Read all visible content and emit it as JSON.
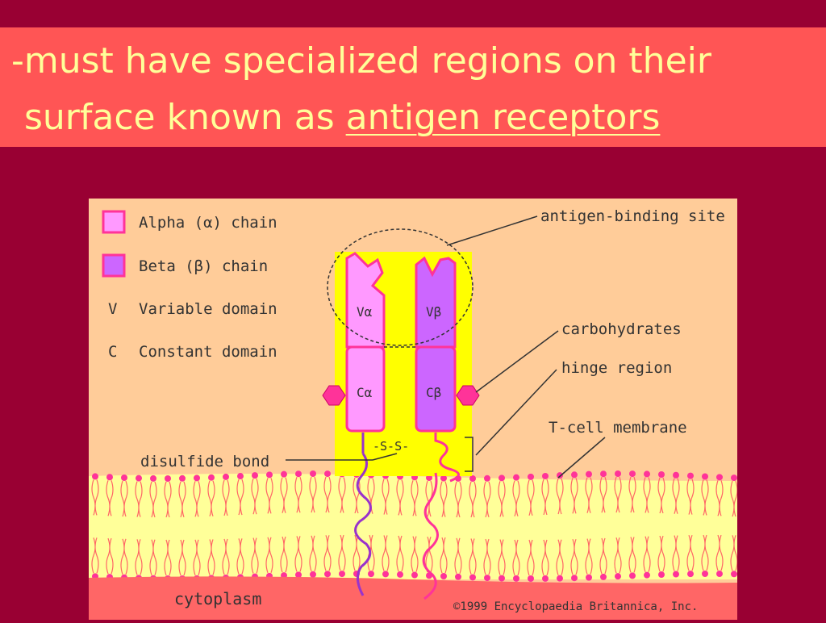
{
  "slide": {
    "title_line1": "-must have specialized regions on their",
    "title_line2_prefix": "surface known as ",
    "title_line2_term": "antigen receptors"
  },
  "figure": {
    "legend": [
      {
        "label": "Alpha (α) chain",
        "swatch": "#ff99ff"
      },
      {
        "label": "Beta (β) chain",
        "swatch": "#cc66ff"
      },
      {
        "label": "Variable domain",
        "symbol": "V"
      },
      {
        "label": "Constant domain",
        "symbol": "C"
      }
    ],
    "labels": {
      "antigen_binding_site": "antigen-binding site",
      "carbohydrates": "carbohydrates",
      "hinge_region": "hinge region",
      "t_cell_membrane": "T-cell membrane",
      "disulfide_bond": "disulfide bond",
      "cytoplasm": "cytoplasm",
      "copyright": "©1999 Encyclopaedia Britannica, Inc.",
      "ss_bond": "-S-S-"
    },
    "domains": {
      "v_alpha": "Vα",
      "v_beta": "Vβ",
      "c_alpha": "Cα",
      "c_beta": "Cβ"
    },
    "colors": {
      "background": "#990033",
      "title_band": "#ff5555",
      "title_text": "#ffff99",
      "panel": "#ffcc99",
      "membrane": "#ffff99",
      "cytoplasm": "#ff6666",
      "highlight": "#ffff00",
      "alpha_chain": "#ff99ff",
      "beta_chain": "#cc66ff",
      "chain_outline": "#ff3399",
      "alpha_tail": "#9933cc",
      "beta_tail": "#ff3399"
    }
  }
}
